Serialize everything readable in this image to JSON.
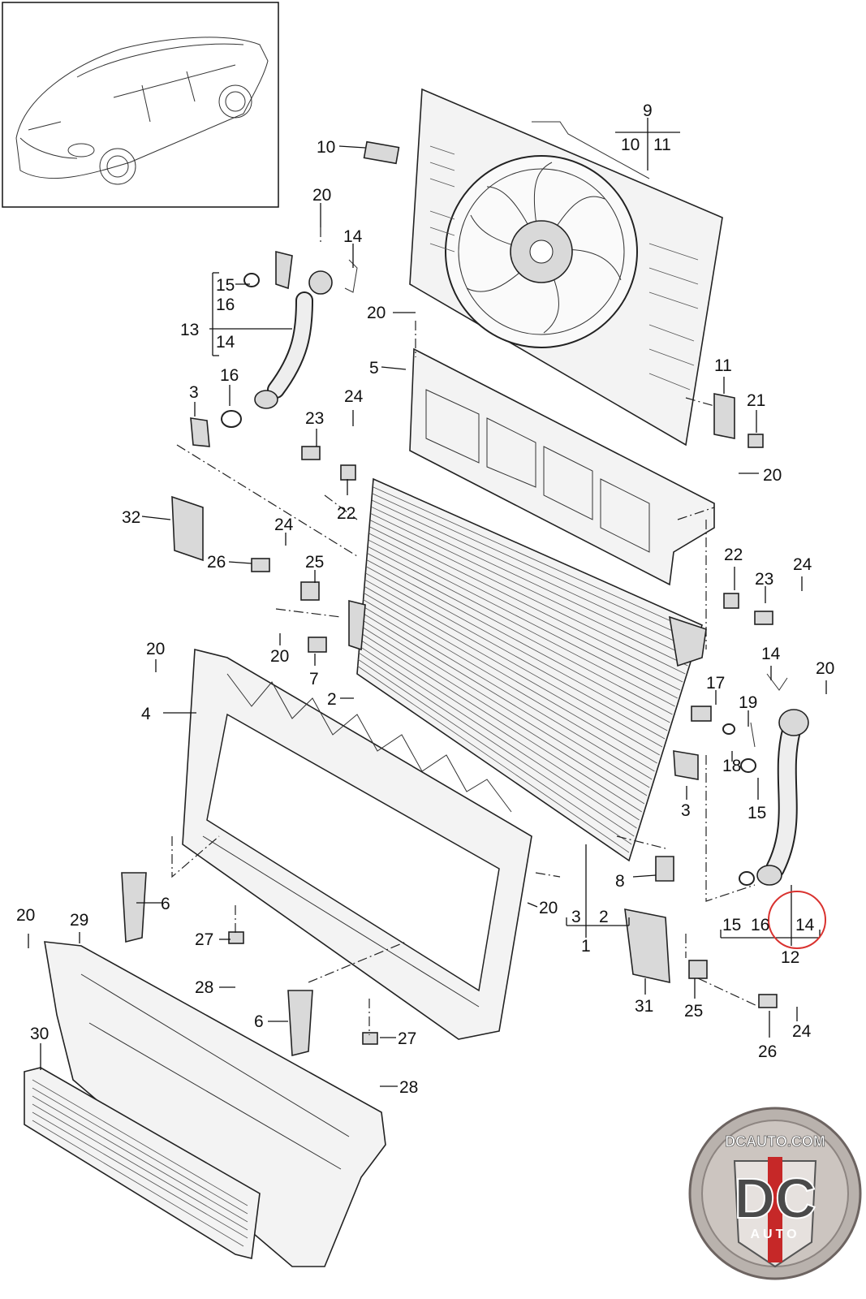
{
  "callouts": {
    "c1": "1",
    "c2a": "2",
    "c2b": "2",
    "c3a": "3",
    "c3b": "3",
    "c3c": "3",
    "c4": "4",
    "c5": "5",
    "c6a": "6",
    "c6b": "6",
    "c7": "7",
    "c8": "8",
    "c9": "9",
    "c10a": "10",
    "c10b": "10",
    "c11a": "11",
    "c11b": "11",
    "c12": "12",
    "c13": "13",
    "c14a": "14",
    "c14b": "14",
    "c14c": "14",
    "c14d": "14",
    "c15a": "15",
    "c15b": "15",
    "c15c": "15",
    "c16a": "16",
    "c16b": "16",
    "c16c": "16",
    "c17": "17",
    "c18": "18",
    "c19": "19",
    "c20a": "20",
    "c20b": "20",
    "c20c": "20",
    "c20d": "20",
    "c20e": "20",
    "c20f": "20",
    "c20g": "20",
    "c20h": "20",
    "c21": "21",
    "c22a": "22",
    "c22b": "22",
    "c23a": "23",
    "c23b": "23",
    "c24a": "24",
    "c24b": "24",
    "c24c": "24",
    "c24d": "24",
    "c25a": "25",
    "c25b": "25",
    "c26a": "26",
    "c26b": "26",
    "c27a": "27",
    "c27b": "27",
    "c28a": "28",
    "c28b": "28",
    "c29": "29",
    "c30": "30",
    "c31": "31",
    "c32": "32"
  },
  "logo": {
    "top_text": "DCAUTO.COM",
    "letters": "DC",
    "bottom_text": "AUTO"
  },
  "highlight_color": "#d9322f",
  "logo_accent_color": "#c62828"
}
